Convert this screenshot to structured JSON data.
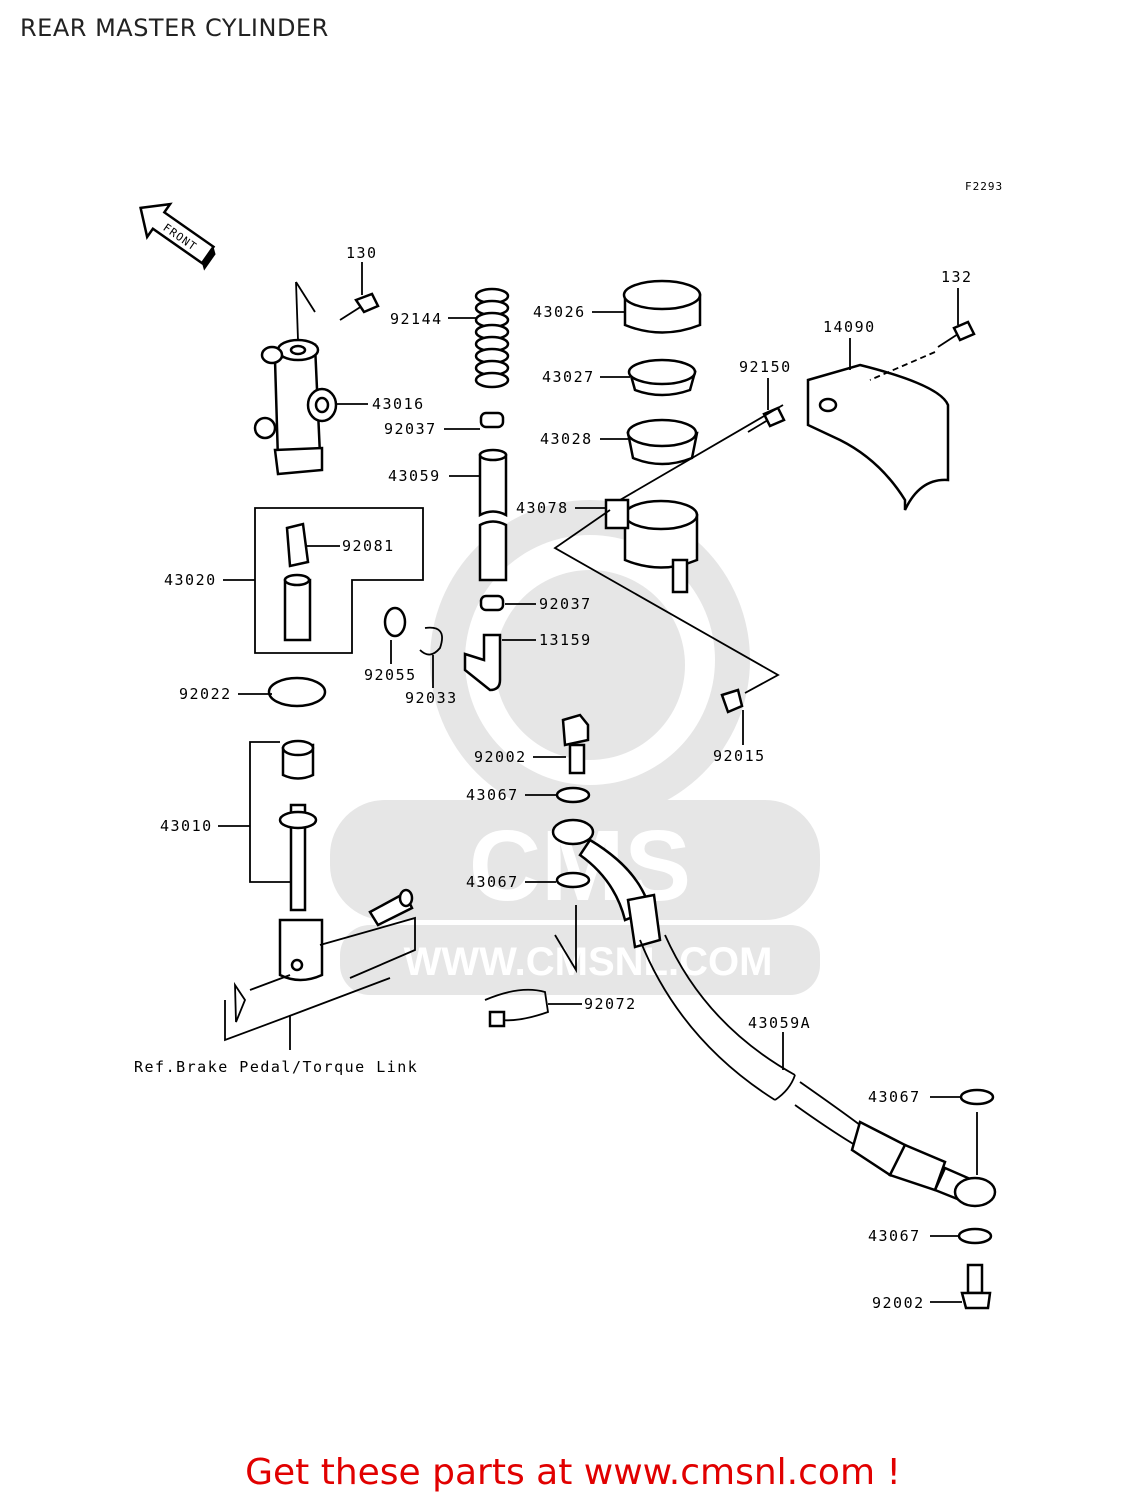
{
  "title": "REAR MASTER CYLINDER",
  "figure_code": "F2293",
  "front_arrow_label": "FRONT",
  "ref_note": "Ref.Brake Pedal/Torque Link",
  "watermark_text": "WWW.CMSNL.COM",
  "watermark_logo": "CMS",
  "promo_text": "Get these parts at www.cmsnl.com !",
  "colors": {
    "promo": "#e10000",
    "watermark": "#e6e6e6"
  },
  "parts": {
    "p130": "130",
    "p132": "132",
    "p14090": "14090",
    "p92144": "92144",
    "p43026": "43026",
    "p43027": "43027",
    "p92150": "92150",
    "p43016": "43016",
    "p92037a": "92037",
    "p43028": "43028",
    "p43059": "43059",
    "p43078": "43078",
    "p92081": "92081",
    "p43020": "43020",
    "p92037b": "92037",
    "p13159": "13159",
    "p92055": "92055",
    "p92033": "92033",
    "p92022": "92022",
    "p92015": "92015",
    "p92002a": "92002",
    "p43067a": "43067",
    "p43010": "43010",
    "p43067b": "43067",
    "p92072": "92072",
    "p43059A": "43059A",
    "p43067c": "43067",
    "p43067d": "43067",
    "p92002b": "92002"
  }
}
